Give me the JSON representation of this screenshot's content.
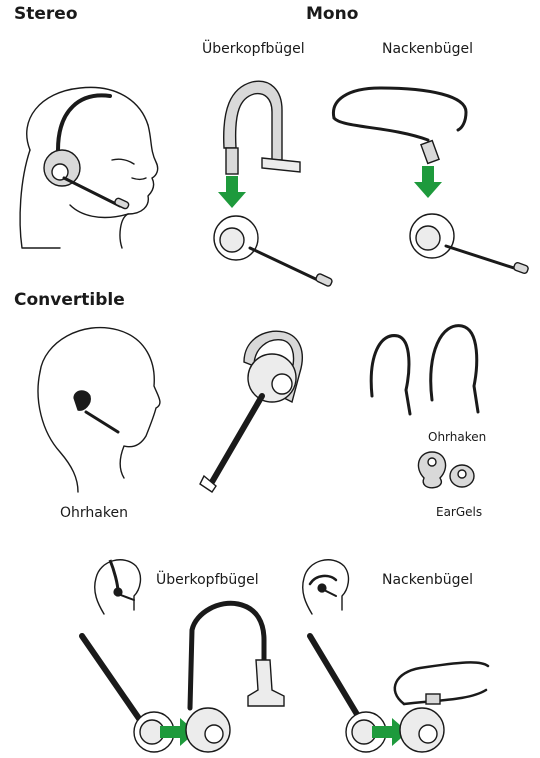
{
  "sections": {
    "stereo": "Stereo",
    "mono": "Mono",
    "convertible": "Convertible"
  },
  "labels": {
    "mono_headband": "Überkopfbügel",
    "mono_neckband": "Nackenbügel",
    "convertible_earhook": "Ohrhaken",
    "earhooks": "Ohrhaken",
    "eargels": "EarGels",
    "conv_headband": "Überkopfbügel",
    "conv_neckband": "Nackenbügel"
  },
  "colors": {
    "arrow": "#1e9a3c",
    "accessory_gray": "#d9d9d9"
  },
  "icons": [
    "arrow-down-icon",
    "arrow-right-icon"
  ]
}
